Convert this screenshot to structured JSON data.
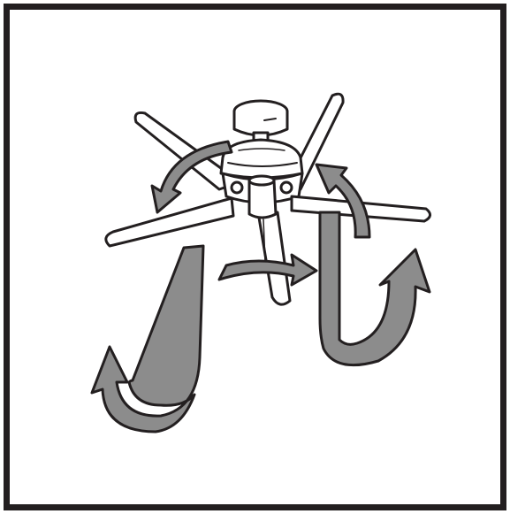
{
  "illustration": {
    "subject": "ceiling-fan",
    "blade_count": 5,
    "airflow_arrows": 5,
    "colors": {
      "frame": "#231f20",
      "outline": "#231f20",
      "fan_fill": "#ffffff",
      "fan_shade": "#c8c8c8",
      "arrow_fill": "#8c8c8c",
      "background": "#ffffff"
    }
  }
}
